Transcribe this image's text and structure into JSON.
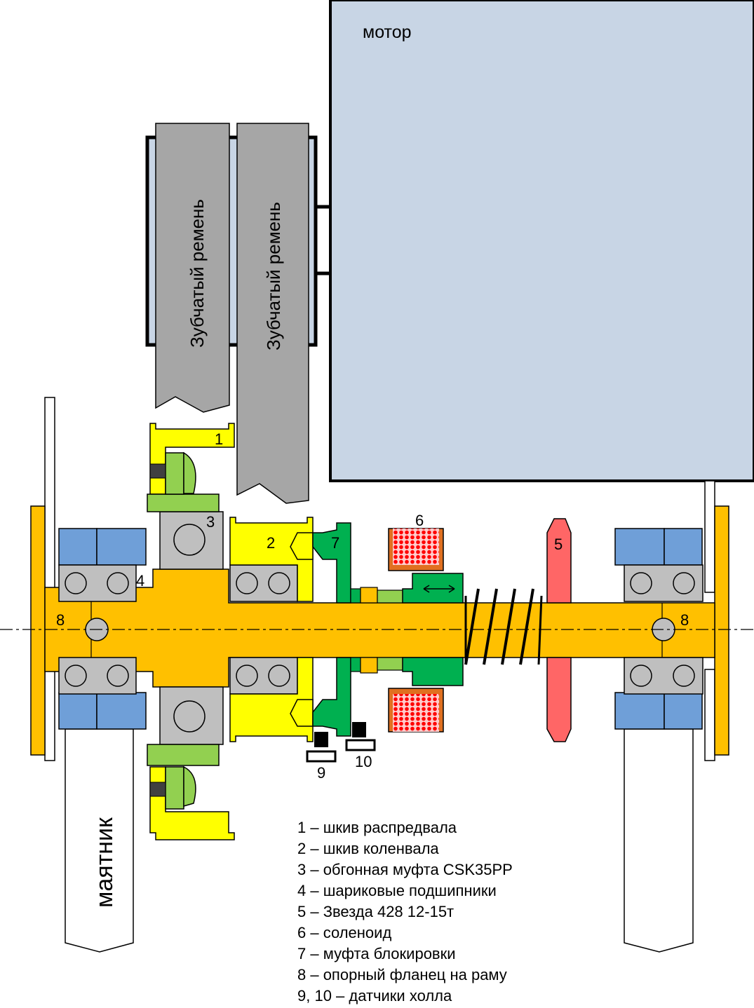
{
  "labels": {
    "motor": "мотор",
    "belt_left": "Зубчатый ремень",
    "belt_right": "Зубчатый ремень",
    "pendulum": "маятник",
    "n1": "1",
    "n2": "2",
    "n3": "3",
    "n4": "4",
    "n5": "5",
    "n6": "6",
    "n7": "7",
    "n8_left": "8",
    "n8_right": "8",
    "n9": "9",
    "n10": "10"
  },
  "legend": [
    "1 – шкив распредвала",
    "2 – шкив коленвала",
    "3 – обгонная муфта CSK35PP",
    "4 – шариковые подшипники",
    "5 – Звезда 428 12-15т",
    "6 – соленоид",
    "7 – муфта блокировки",
    "8 – опорный фланец на раму",
    "9, 10 – датчики холла"
  ],
  "colors": {
    "motor": "#c8d5e5",
    "belt": "#a6a6a6",
    "shaft": "#ffc000",
    "pulley": "#ffff00",
    "clutch": "#00b050",
    "clutch_light": "#92d050",
    "housing": "#6f9fd8",
    "bearing": "#bfbfbf",
    "sprocket": "#ff6666",
    "solenoid_frame": "#e07020",
    "solenoid_coil": "#ff0000"
  }
}
